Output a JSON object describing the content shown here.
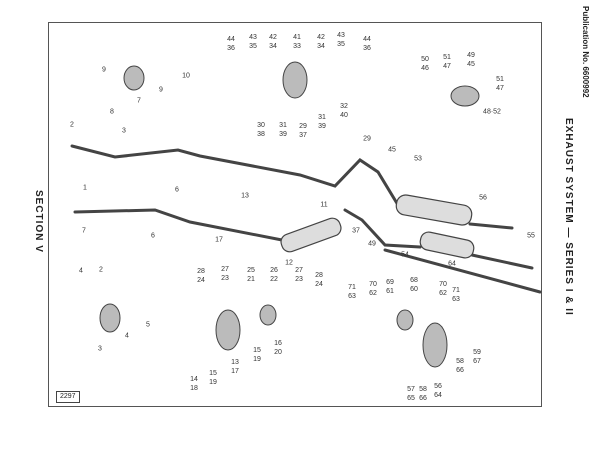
{
  "publication": "Publication No. 6600992",
  "title": "EXHAUST SYSTEM — SERIES I & II",
  "section": "SECTION V",
  "plate_number": "2297",
  "callouts": [
    "44\n36",
    "43\n35",
    "42\n34",
    "41\n33",
    "42\n34",
    "43\n35",
    "44\n36",
    "50\n46",
    "51\n47",
    "49\n45",
    "51\n47",
    "48·52",
    "9",
    "10",
    "9",
    "7",
    "8",
    "30\n38",
    "31\n39",
    "29\n37",
    "31\n39",
    "32\n40",
    "2",
    "3",
    "1",
    "6",
    "13",
    "29",
    "45",
    "53",
    "11",
    "56",
    "7",
    "6",
    "17",
    "37",
    "49",
    "12",
    "55",
    "54",
    "64",
    "4",
    "2",
    "3",
    "4",
    "5",
    "28\n24",
    "27\n23",
    "25\n21",
    "26\n22",
    "27\n23",
    "28\n24",
    "16\n20",
    "15\n19",
    "13\n17",
    "15\n19",
    "14\n18",
    "71\n63",
    "70\n62",
    "69\n61",
    "68\n60",
    "70\n62",
    "71\n63",
    "59\n67",
    "58\n66",
    "57\n65",
    "58\n66",
    "56\n64"
  ]
}
